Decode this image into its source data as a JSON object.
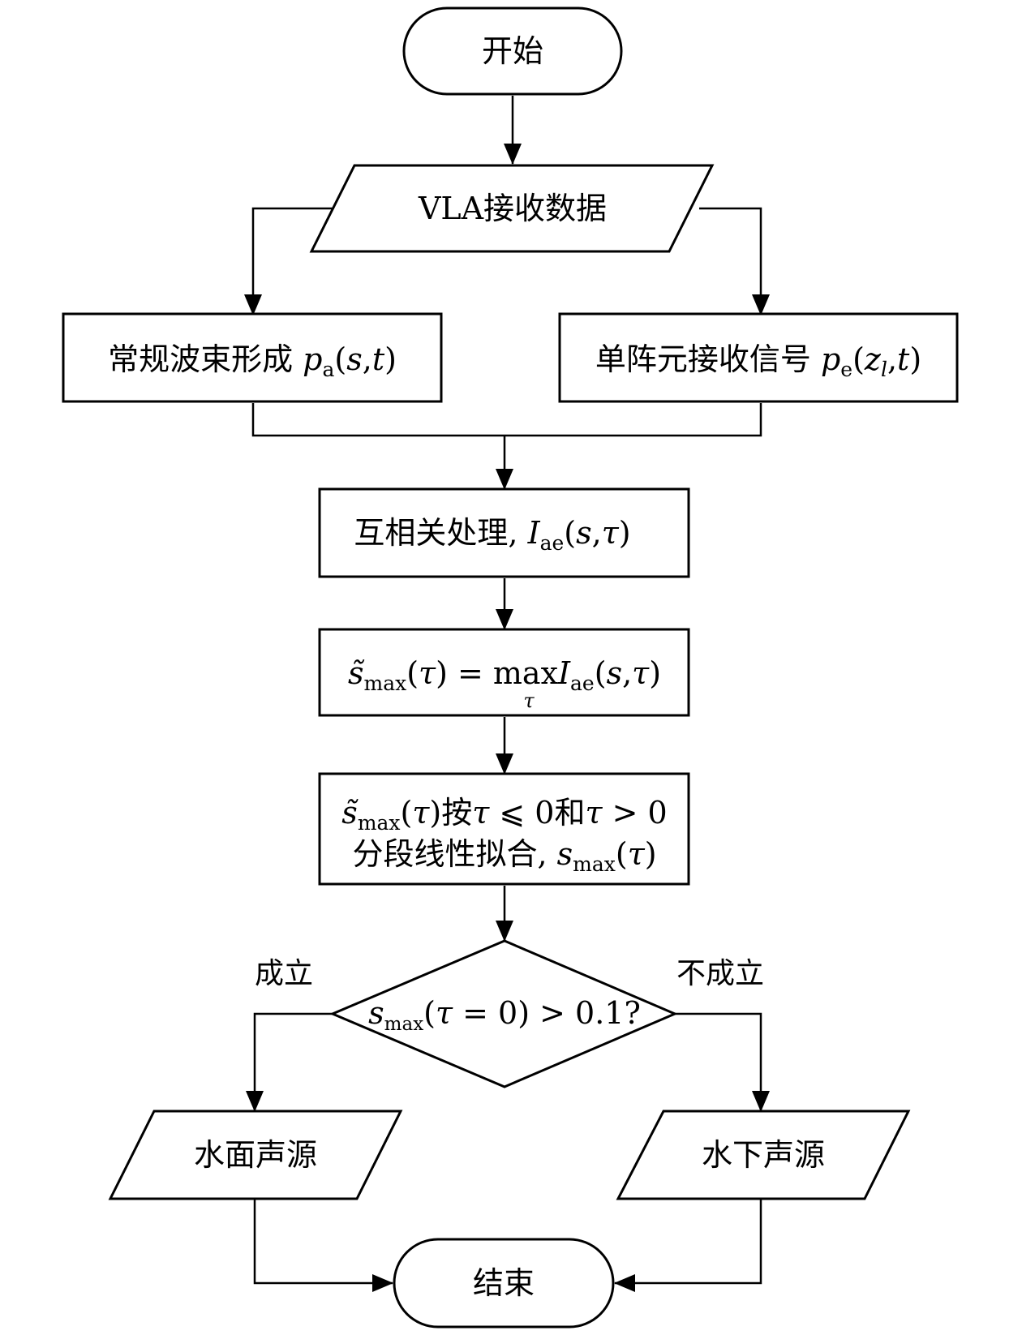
{
  "nodes": {
    "start": {
      "text": "开始"
    },
    "input": {
      "text": "VLA接收数据"
    },
    "beamform": {
      "cn": "常规波束形成 ",
      "var": "p",
      "sub": "a",
      "args_open": "(",
      "a1": "s",
      "comma": ",",
      "a2": "t",
      "args_close": ")"
    },
    "single": {
      "cn": "单阵元接收信号 ",
      "var": "p",
      "sub": "e",
      "args_open": "(",
      "a1": "z",
      "a1sub": "l",
      "comma": ",",
      "a2": "t",
      "args_close": ")"
    },
    "xcorr": {
      "cn": "互相关处理, ",
      "var": "I",
      "sub": "ae",
      "args_open": "(",
      "a1": "s",
      "comma": ",",
      "a2": "τ",
      "args_close": ")"
    },
    "smax": {
      "lhs_var": "s̃",
      "lhs_sub": "max",
      "lhs_open": "(",
      "lhs_arg": "τ",
      "lhs_close": ")",
      "eq": " = ",
      "op": "max",
      "op_under": "τ",
      "rhs_var": "I",
      "rhs_sub": "ae",
      "rhs_open": "(",
      "rhs_a1": "s",
      "rhs_comma": ",",
      "rhs_a2": "τ",
      "rhs_close": ")"
    },
    "fit": {
      "l1_var": "s̃",
      "l1_sub": "max",
      "l1_open": "(",
      "l1_arg": "τ",
      "l1_close": ")",
      "l1_cn1": "按",
      "l1_tau1": "τ",
      "l1_le": " ⩽ 0",
      "l1_cn2": "和",
      "l1_tau2": "τ",
      "l1_gt": " > 0",
      "l2_cn": "分段线性拟合, ",
      "l2_var": "s",
      "l2_sub": "max",
      "l2_open": "(",
      "l2_arg": "τ",
      "l2_close": ")"
    },
    "decision": {
      "var": "s",
      "sub": "max",
      "open": "(",
      "tau": "τ",
      "eq": " = 0)",
      "cond": " > 0.1?"
    },
    "surface": {
      "text": "水面声源"
    },
    "underwater": {
      "text": "水下声源"
    },
    "end": {
      "text": "结束"
    }
  },
  "edge_labels": {
    "yes": "成立",
    "no": "不成立"
  }
}
